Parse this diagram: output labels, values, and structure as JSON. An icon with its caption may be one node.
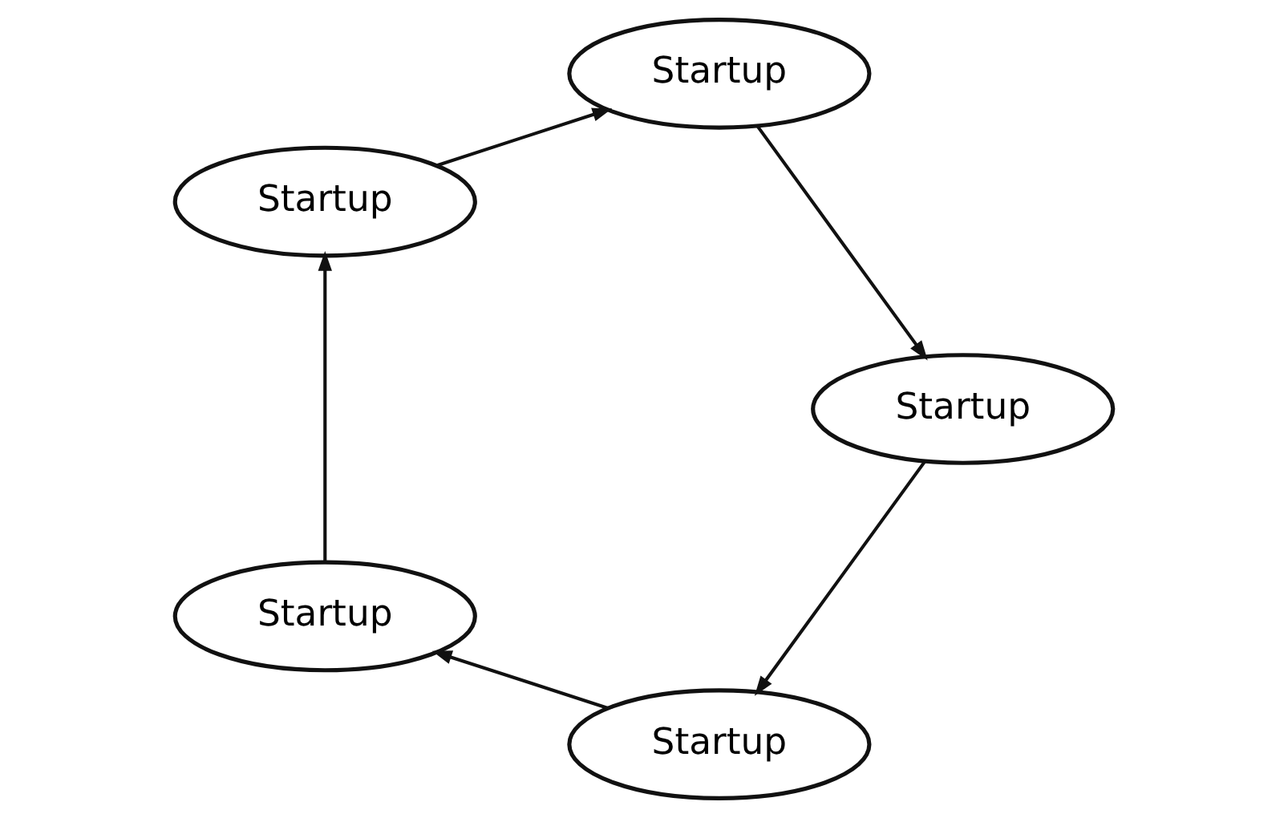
{
  "diagram": {
    "nodes": [
      {
        "text": [
          "Startup"
        ]
      },
      {
        "text": [
          "Startup"
        ]
      },
      {
        "text": [
          "Startup"
        ]
      },
      {
        "text": [
          "Startup"
        ]
      },
      {
        "text": [
          "Startup"
        ]
      }
    ],
    "edges": [
      {
        "from": 0,
        "to": 1,
        "arrow": "to"
      },
      {
        "from": 1,
        "to": 3,
        "arrow": "to"
      },
      {
        "from": 3,
        "to": 4,
        "arrow": "to"
      },
      {
        "from": 4,
        "to": 2,
        "arrow": "to"
      },
      {
        "from": 2,
        "to": 0,
        "arrow": "to"
      }
    ]
  }
}
